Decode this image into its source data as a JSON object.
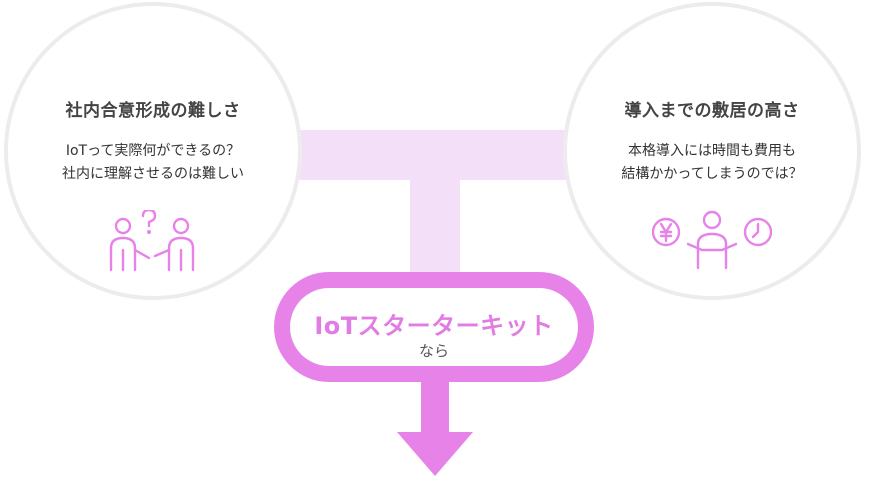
{
  "accent_color": "#e783e8",
  "connector_color": "#f3dff8",
  "left_card": {
    "title": "社内合意形成の難しさ",
    "lines": [
      "IoTって実際何ができるの？",
      "社内に理解させるのは難しい"
    ],
    "icon": "two-people-question-icon"
  },
  "right_card": {
    "title": "導入までの敷居の高さ",
    "lines": [
      "本格導入には時間も費用も",
      "結構かかってしまうのでは？"
    ],
    "icon": "person-yen-clock-icon"
  },
  "kit": {
    "title": "IoTスターターキット",
    "subtitle": "なら"
  }
}
